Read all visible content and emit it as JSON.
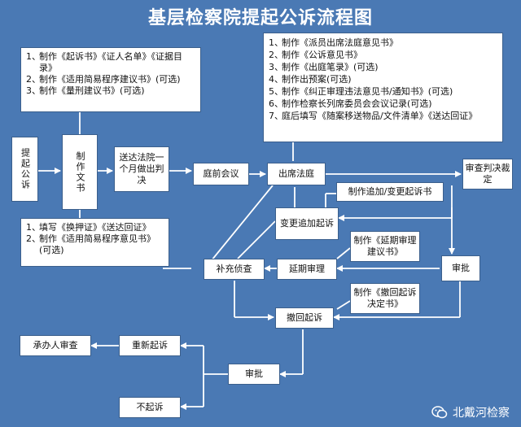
{
  "title": "基层检察院提起公诉流程图",
  "nodes": {
    "tiqi_gongsu": "提起公诉",
    "zhizuo_wenshu": "制作文书",
    "songda_fayuan": "送达法院一个月做出判决",
    "tingqian_huiyi": "庭前会议",
    "chuxi_fating": "出席法庭",
    "shencha_panjue": "审查判决裁定",
    "zhizuo_zhuijia": "制作追加/变更起诉书",
    "biangeng_zhuijia": "变更追加起诉",
    "zhizuo_yanqi": "制作《延期审理建议书》",
    "buchong_zhencha": "补充侦查",
    "yanqi_shenli": "延期审理",
    "shenpi_right": "审批",
    "zhizuo_chehui": "制作《撤回起诉决定书》",
    "chehui_qisu": "撤回起诉",
    "chengbanren_shencha": "承办人审查",
    "chongxin_qisu": "重新起诉",
    "shenpi_bottom": "审批",
    "bu_qisu": "不起诉"
  },
  "lists": {
    "top_left": [
      {
        "num": "1、",
        "text": "制作《起诉书》《证人名单》《证据目录》"
      },
      {
        "num": "2、",
        "text": "制作《适用简易程序建议书》(可选)"
      },
      {
        "num": "3、",
        "text": "制作《量刑建议书》(可选)"
      }
    ],
    "top_right": [
      {
        "num": "1、",
        "text": "制作《派员出席法庭意见书》"
      },
      {
        "num": "2、",
        "text": "制作《公诉意见书》"
      },
      {
        "num": "3、",
        "text": "制作《出庭笔录》(可选)"
      },
      {
        "num": "4、",
        "text": "制作出预案(可选)"
      },
      {
        "num": "5、",
        "text": "制作《纠正审理违法意见书/通知书》(可选)"
      },
      {
        "num": "6、",
        "text": "制作检察长列席委员会会议记录(可选)"
      },
      {
        "num": "7、",
        "text": "庭后填写《随案移送物品/文件清单》《送达回证》"
      }
    ],
    "bottom_left": [
      {
        "num": "1、",
        "text": "填写《换押证》《送达回证》"
      },
      {
        "num": "2、",
        "text": "制作《适用简易程序意见书》(可选)"
      }
    ]
  },
  "watermark": "北戴河检察",
  "colors": {
    "background": "#4a79b4",
    "box": "#ffffff",
    "line": "#ffffff"
  }
}
